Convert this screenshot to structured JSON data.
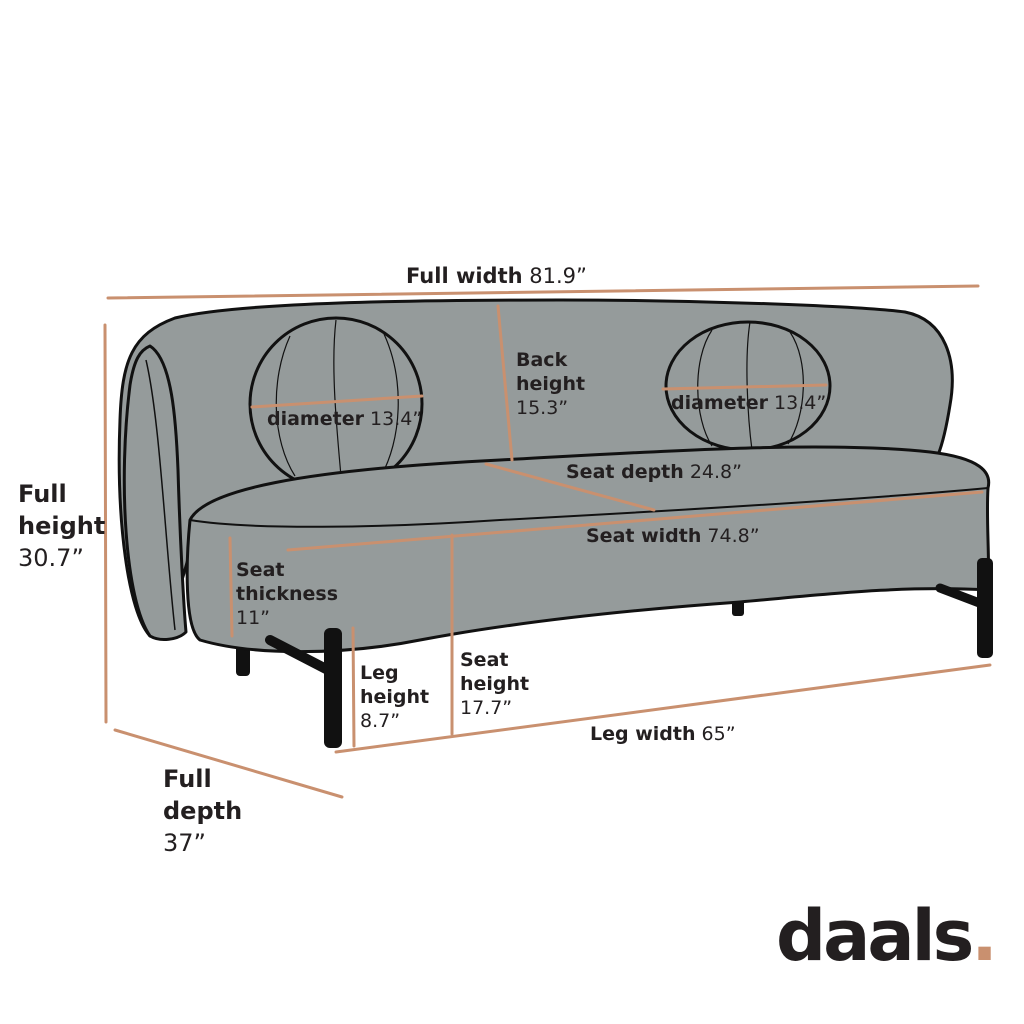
{
  "colors": {
    "dimension_line": "#c9906f",
    "upholstery": "#959b9b",
    "outline": "#111111",
    "legs": "#111111",
    "brand_dot": "#c9906f"
  },
  "labels": {
    "full_width": {
      "name": "Full width",
      "value": "81.9”"
    },
    "full_height": {
      "name_line1": "Full",
      "name_line2": "height",
      "value": "30.7”"
    },
    "full_depth": {
      "name_line1": "Full",
      "name_line2": "depth",
      "value": "37”"
    },
    "back_height": {
      "name_line1": "Back",
      "name_line2": "height",
      "value": "15.3”"
    },
    "pillow_left": {
      "name": "diameter",
      "value": "13.4”"
    },
    "pillow_right": {
      "name": "diameter",
      "value": "13.4”"
    },
    "seat_depth": {
      "name": "Seat depth",
      "value": "24.8”"
    },
    "seat_width": {
      "name": "Seat width",
      "value": "74.8”"
    },
    "seat_thickness": {
      "name_line1": "Seat",
      "name_line2": "thickness",
      "value": "11”"
    },
    "leg_height": {
      "name_line1": "Leg",
      "name_line2": "height",
      "value": "8.7”"
    },
    "seat_height": {
      "name_line1": "Seat",
      "name_line2": "height",
      "value": "17.7”"
    },
    "leg_width": {
      "name": "Leg width",
      "value": "65”"
    }
  },
  "brand": {
    "wordmark": "daals",
    "dot": "."
  }
}
